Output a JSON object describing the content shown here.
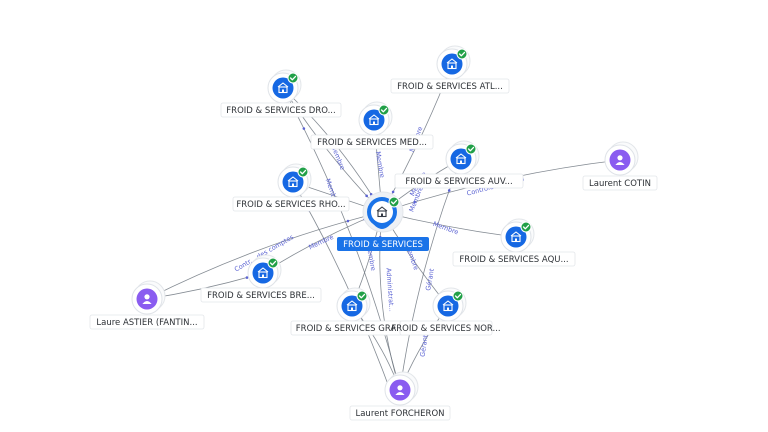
{
  "center": {
    "label": "FROID & SERVICES",
    "icon": "building-icon",
    "check": "check-icon"
  },
  "companies": [
    {
      "key": "atl",
      "label": "FROID & SERVICES ATL..."
    },
    {
      "key": "dro",
      "label": "FROID & SERVICES DRO..."
    },
    {
      "key": "med",
      "label": "FROID & SERVICES MED..."
    },
    {
      "key": "auv",
      "label": "FROID & SERVICES AUV..."
    },
    {
      "key": "rho",
      "label": "FROID & SERVICES RHO..."
    },
    {
      "key": "aqu",
      "label": "FROID & SERVICES AQU..."
    },
    {
      "key": "bre",
      "label": "FROID & SERVICES BRE..."
    },
    {
      "key": "gra",
      "label": "FROID & SERVICES GRA..."
    },
    {
      "key": "nor",
      "label": "FROID & SERVICES NOR..."
    }
  ],
  "people": [
    {
      "key": "cotin",
      "label": "Laurent COTIN"
    },
    {
      "key": "astier",
      "label": "Laure ASTIER (FANTIN..."
    },
    {
      "key": "forcheron",
      "label": "Laurent FORCHERON"
    }
  ],
  "edge_labels": [
    {
      "key": "e1",
      "text": "Membre"
    },
    {
      "key": "e2",
      "text": "Membre"
    },
    {
      "key": "e3",
      "text": "Membre"
    },
    {
      "key": "e4",
      "text": "Membre"
    },
    {
      "key": "e5",
      "text": "Membre"
    },
    {
      "key": "e6",
      "text": "Membre"
    },
    {
      "key": "e7",
      "text": "Membre"
    },
    {
      "key": "e8",
      "text": "Membre"
    },
    {
      "key": "e9",
      "text": "Membre"
    },
    {
      "key": "e10",
      "text": "Contrôleur ...ption"
    },
    {
      "key": "e11",
      "text": "Contr... des comptes"
    },
    {
      "key": "e12",
      "text": "Administrat..."
    },
    {
      "key": "e13",
      "text": "Gérant"
    },
    {
      "key": "e14",
      "text": "Gérant"
    },
    {
      "key": "e15",
      "text": "Membre"
    }
  ],
  "colors": {
    "accent": "#1a73e8",
    "node_blue": "#1668e3",
    "check_green": "#21a048",
    "person_purple": "#8a5cf0",
    "edge": "#6f7780",
    "edge_label": "#5b63d3"
  }
}
